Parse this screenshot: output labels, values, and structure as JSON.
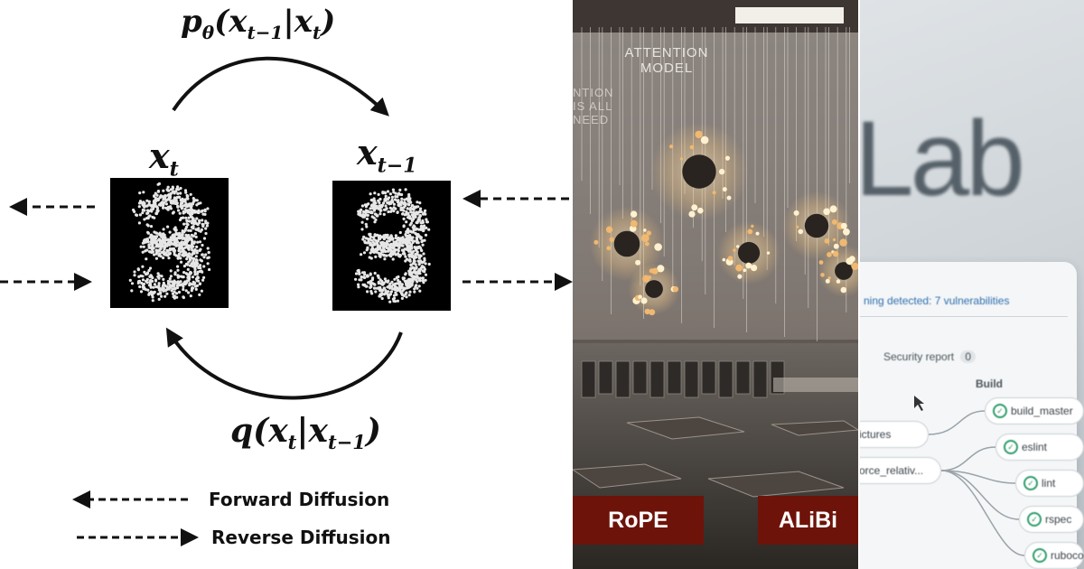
{
  "diffusion": {
    "reverse_label_base": "p",
    "reverse_label_sub": "θ",
    "reverse_label_args": "(x",
    "reverse_label_args_sub": "t−1",
    "reverse_label_bar": "|x",
    "reverse_label_bar_sub": "t",
    "reverse_label_close": ")",
    "forward_label_base": "q",
    "forward_label_args": "(x",
    "forward_label_args_sub": "t",
    "forward_label_bar": "|x",
    "forward_label_bar_sub": "t−1",
    "forward_label_close": ")",
    "left_state_base": "x",
    "left_state_sub": "t",
    "right_state_base": "x",
    "right_state_sub": "t−1",
    "legend": [
      {
        "label": "Forward Diffusion"
      },
      {
        "label": "Reverse Diffusion"
      }
    ]
  },
  "attention": {
    "wall_title": [
      "ATTENTION",
      "MODEL"
    ],
    "wall_side": [
      "NTION",
      "IS ALL",
      "NEED"
    ],
    "badges": [
      "RoPE",
      "ALiBi"
    ]
  },
  "gitlab": {
    "logo": "Lab",
    "card_header": "ning detected: 7 vulnerabilities",
    "tab": "Security report",
    "tab_count": "0",
    "column_title": "Build",
    "left_jobs": [
      "ictures",
      "orce_relativ..."
    ],
    "right_jobs": [
      "build_master",
      "eslint",
      "lint",
      "rspec",
      "rubocop"
    ]
  },
  "colors": {
    "badge": "#6e130a",
    "check": "#2e9b6a"
  }
}
